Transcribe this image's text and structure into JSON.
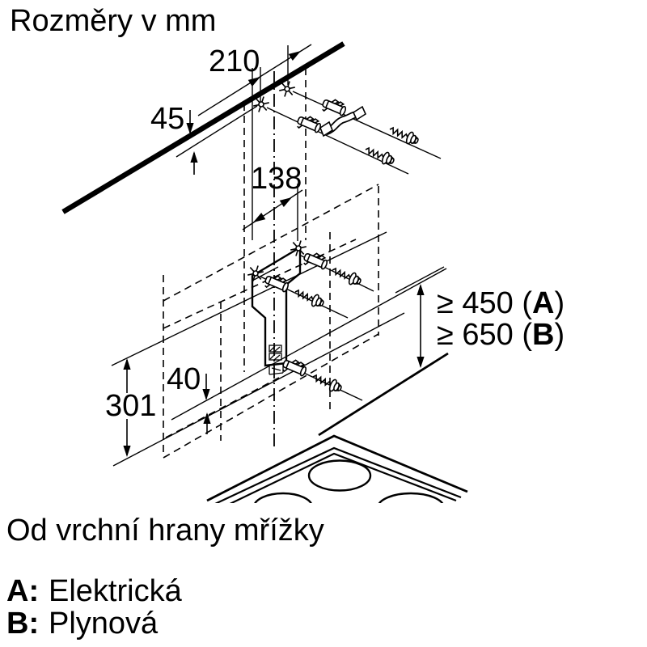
{
  "title": "Rozměry v mm",
  "dimensions": {
    "top_hole_offset": "210",
    "ceiling_gap": "45",
    "bracket_hole_spacing": "138",
    "lower_edge_gap": "40",
    "panel_height": "301"
  },
  "clearances": {
    "a_prefix": "≥ 450 (",
    "a_letter": "A",
    "a_suffix": ")",
    "b_prefix": "≥ 650 (",
    "b_letter": "B",
    "b_suffix": ")"
  },
  "caption": "Od vrchní hrany mřížky",
  "legend": [
    {
      "key": "A:",
      "label": "Elektrická"
    },
    {
      "key": "B:",
      "label": "Plynová"
    }
  ],
  "colors": {
    "ink": "#000000",
    "paper": "#ffffff"
  }
}
